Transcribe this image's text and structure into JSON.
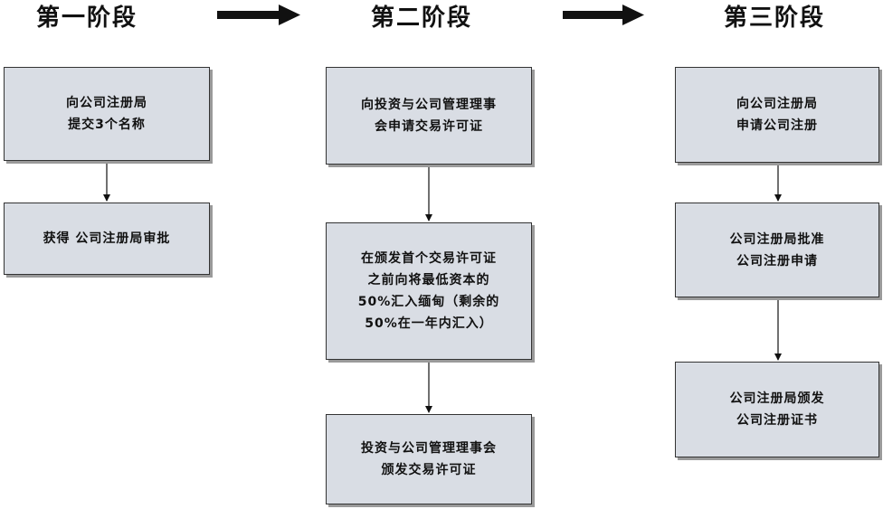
{
  "stages": [
    {
      "title": "第一阶段",
      "boxes": [
        {
          "lines": [
            "向公司注册局",
            "提交3个名称"
          ]
        },
        {
          "lines": [
            "获得 公司注册局审批"
          ]
        }
      ]
    },
    {
      "title": "第二阶段",
      "boxes": [
        {
          "lines": [
            "向投资与公司管理理事",
            "会申请交易许可证"
          ]
        },
        {
          "lines": [
            "在颁发首个交易许可证",
            "之前向将最低资本的",
            "50%汇入缅甸（剩余的",
            "50%在一年内汇入）"
          ]
        },
        {
          "lines": [
            "投资与公司管理理事会",
            "颁发交易许可证"
          ]
        }
      ]
    },
    {
      "title": "第三阶段",
      "boxes": [
        {
          "lines": [
            "向公司注册局",
            "申请公司注册"
          ]
        },
        {
          "lines": [
            "公司注册局批准",
            "公司注册申请"
          ]
        },
        {
          "lines": [
            "公司注册局颁发",
            "公司注册证书"
          ]
        }
      ]
    }
  ],
  "colors": {
    "box_fill": "#d9dde4",
    "box_border": "#333333",
    "arrow": "#111111"
  }
}
